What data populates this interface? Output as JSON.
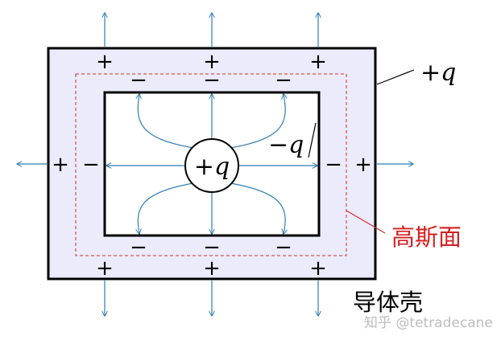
{
  "colors": {
    "conductor_fill": "#ebebfb",
    "outline": "#000000",
    "field_line": "#2f7fb4",
    "gaussian_surface": "#d62c2c",
    "label_red": "#d42020",
    "watermark": "#bdbdbd"
  },
  "charges": {
    "center": "+q",
    "plus": "+",
    "minus": "−"
  },
  "labels": {
    "outer_charge": "+q",
    "inner_charge": "−q",
    "gaussian_surface": "高斯面",
    "conductor_shell": "导体壳",
    "watermark": "知乎 @tetradecane"
  }
}
